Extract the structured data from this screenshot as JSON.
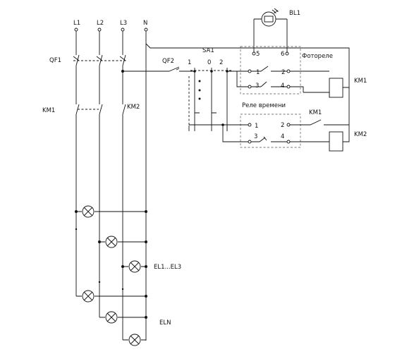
{
  "labels": {
    "L1": "L1",
    "L2": "L2",
    "L3": "L3",
    "N": "N",
    "QF1": "QF1",
    "QF2": "QF2",
    "KM1_left": "KM1",
    "KM2_left": "KM2",
    "SA1": "SA1",
    "sa1_pos_1": "1",
    "sa1_pos_0": "0",
    "sa1_pos_2": "2",
    "BL1": "BL1",
    "photorelay": "Фотореле",
    "time_relay": "Реле времени",
    "pr_t5": "5",
    "pr_t6": "6",
    "pr_t1": "1",
    "pr_t2": "2",
    "pr_t3": "3",
    "pr_t4": "4",
    "tr_t1": "1",
    "tr_t2": "2",
    "tr_t3": "3",
    "tr_t4": "4",
    "KM1_contact": "KM1",
    "KM1_coil": "KM1",
    "KM2_coil": "KM2",
    "EL1_EL3": "EL1...EL3",
    "ELN": "ELN"
  }
}
